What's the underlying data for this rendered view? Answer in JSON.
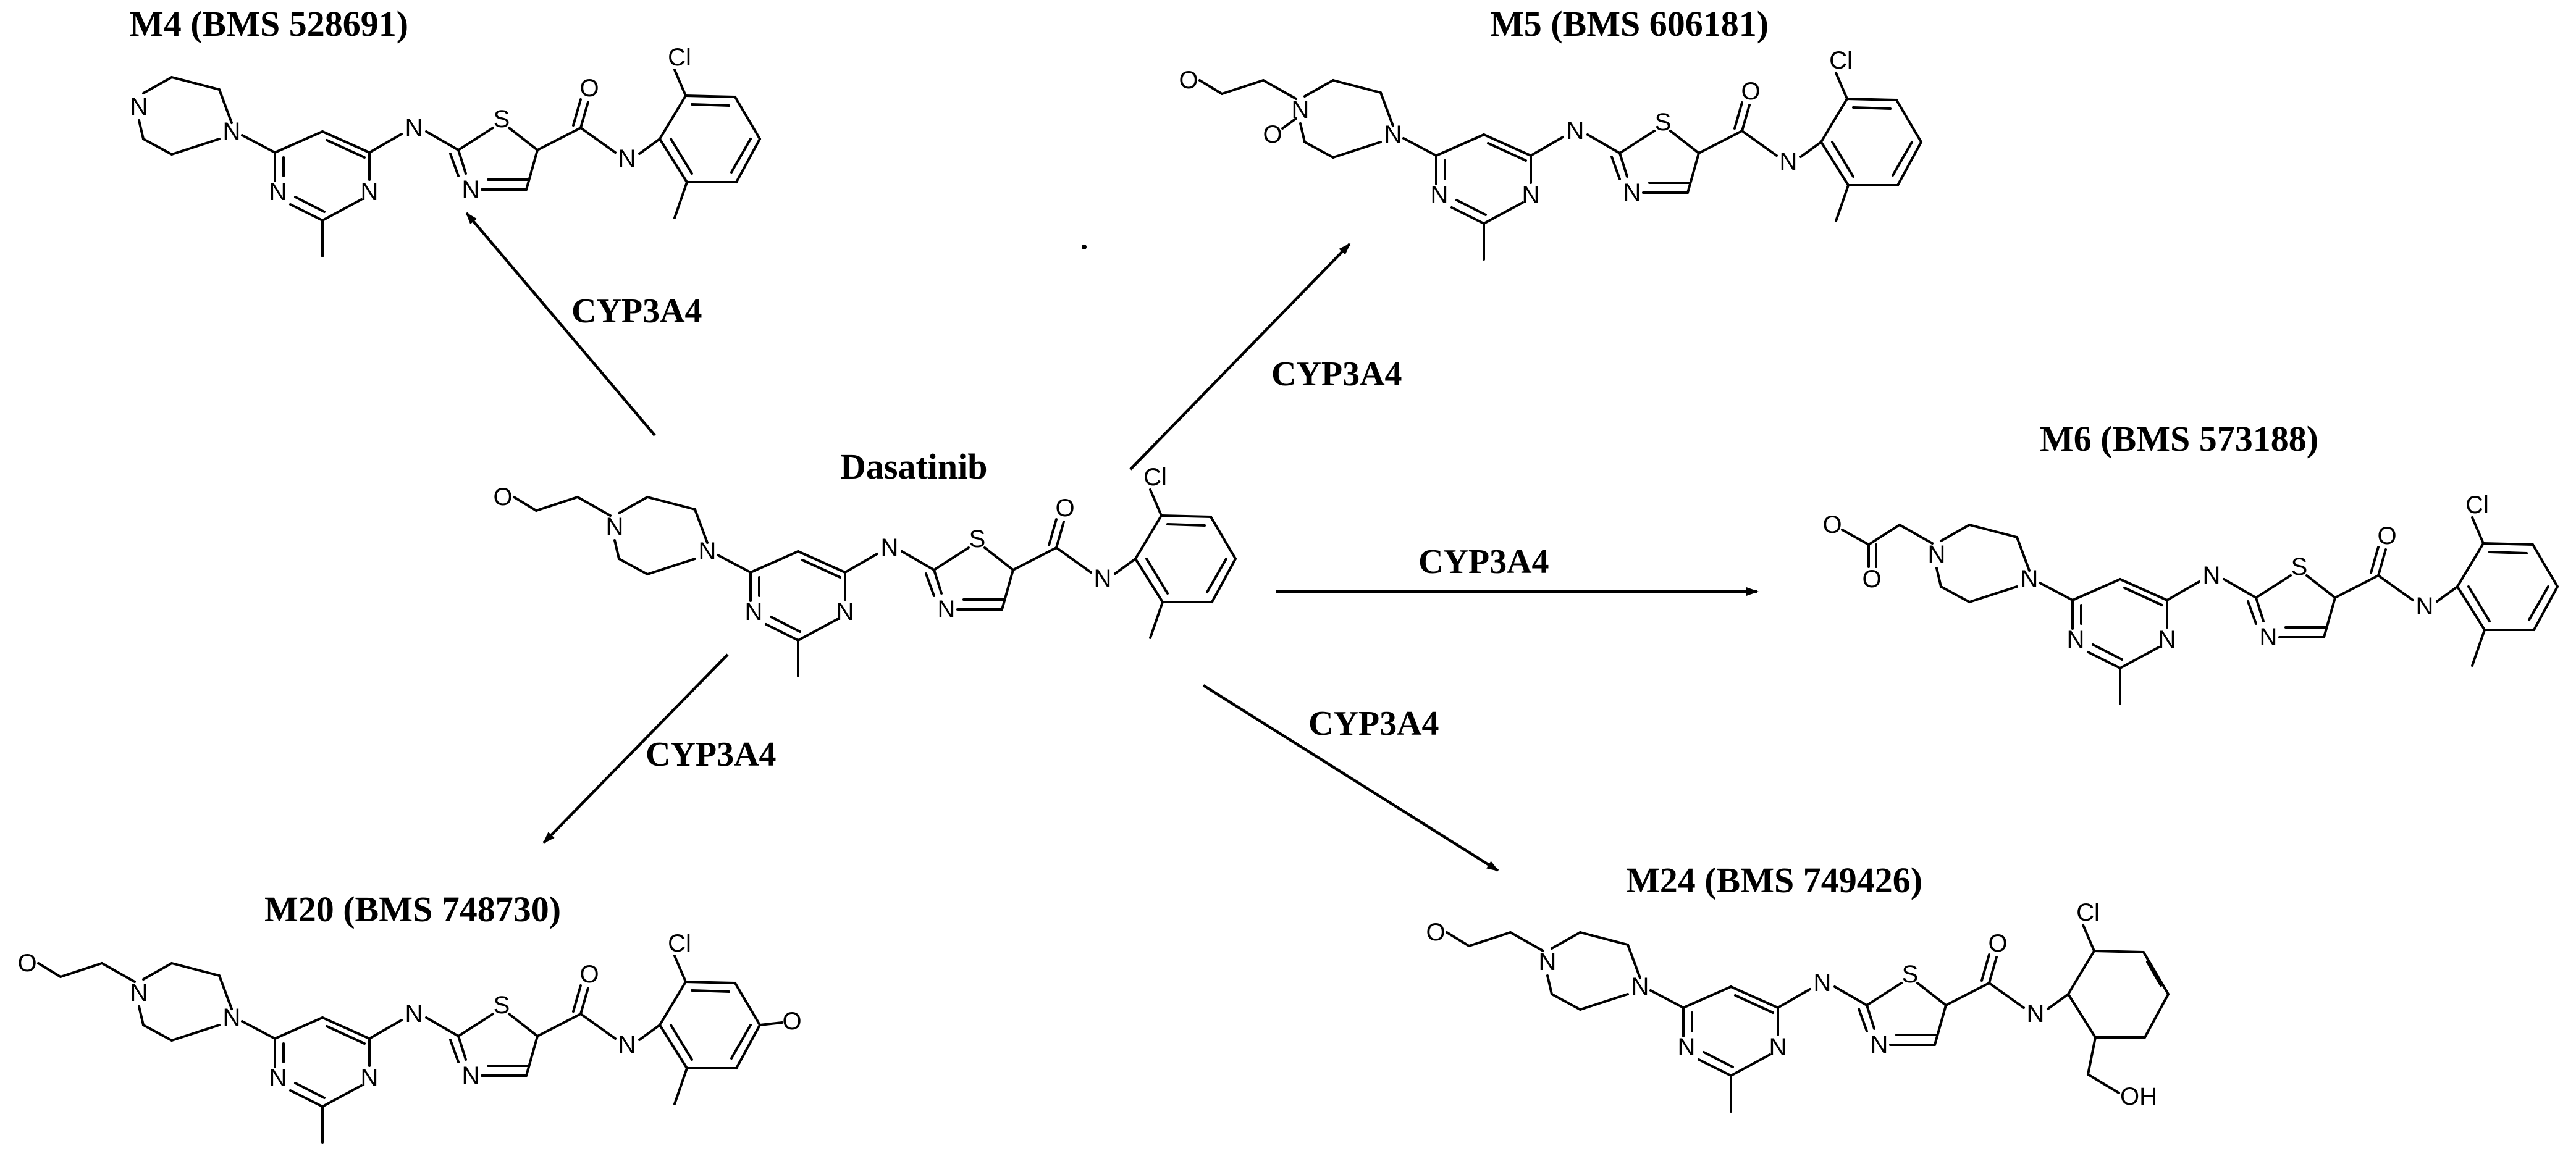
{
  "central": {
    "label": "Dasatinib"
  },
  "metabolites": [
    {
      "id": "m4",
      "label": "M4 (BMS 528691)",
      "variant": "m4"
    },
    {
      "id": "m5",
      "label": "M5 (BMS 606181)",
      "variant": "m5"
    },
    {
      "id": "m6",
      "label": "M6 (BMS 573188)",
      "variant": "m6"
    },
    {
      "id": "m20",
      "label": "M20 (BMS 748730)",
      "variant": "m20"
    },
    {
      "id": "m24",
      "label": "M24 (BMS 749426)",
      "variant": "m24"
    }
  ],
  "reactions": [
    {
      "to": "m4",
      "enzyme": "CYP3A4"
    },
    {
      "to": "m5",
      "enzyme": "CYP3A4"
    },
    {
      "to": "m6",
      "enzyme": "CYP3A4"
    },
    {
      "to": "m20",
      "enzyme": "CYP3A4"
    },
    {
      "to": "m24",
      "enzyme": "CYP3A4"
    }
  ],
  "atoms": {
    "nitrogen": "N",
    "sulfur": "S",
    "oxygen": "O",
    "chlorine": "Cl",
    "hydroxyl": "OH"
  }
}
